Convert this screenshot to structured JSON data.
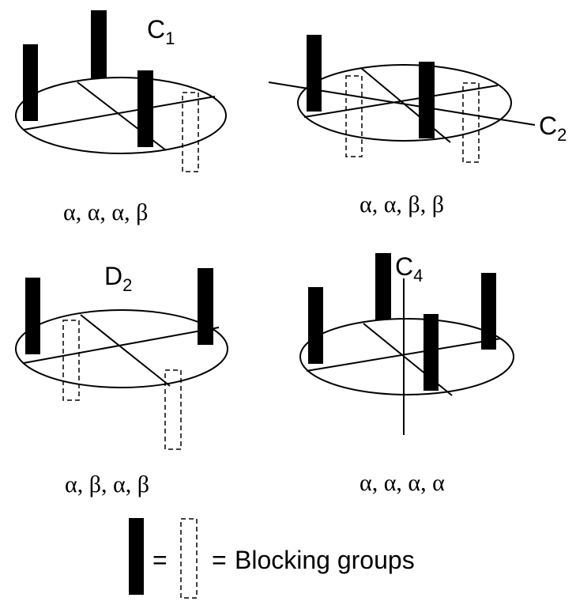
{
  "colors": {
    "ink": "#000000",
    "background": "#ffffff"
  },
  "panels": [
    {
      "symmetry": {
        "letter": "C",
        "subscript": "1"
      },
      "sequence": "α, α, α, β"
    },
    {
      "symmetry": {
        "letter": "C",
        "subscript": "2"
      },
      "sequence": "α, α, β, β"
    },
    {
      "symmetry": {
        "letter": "D",
        "subscript": "2"
      },
      "sequence": "α, β, α, β"
    },
    {
      "symmetry": {
        "letter": "C",
        "subscript": "4"
      },
      "sequence": "α, α, α, α"
    }
  ],
  "legend": {
    "equals_1": "=",
    "equals_2": "=",
    "label": "Blocking groups"
  }
}
